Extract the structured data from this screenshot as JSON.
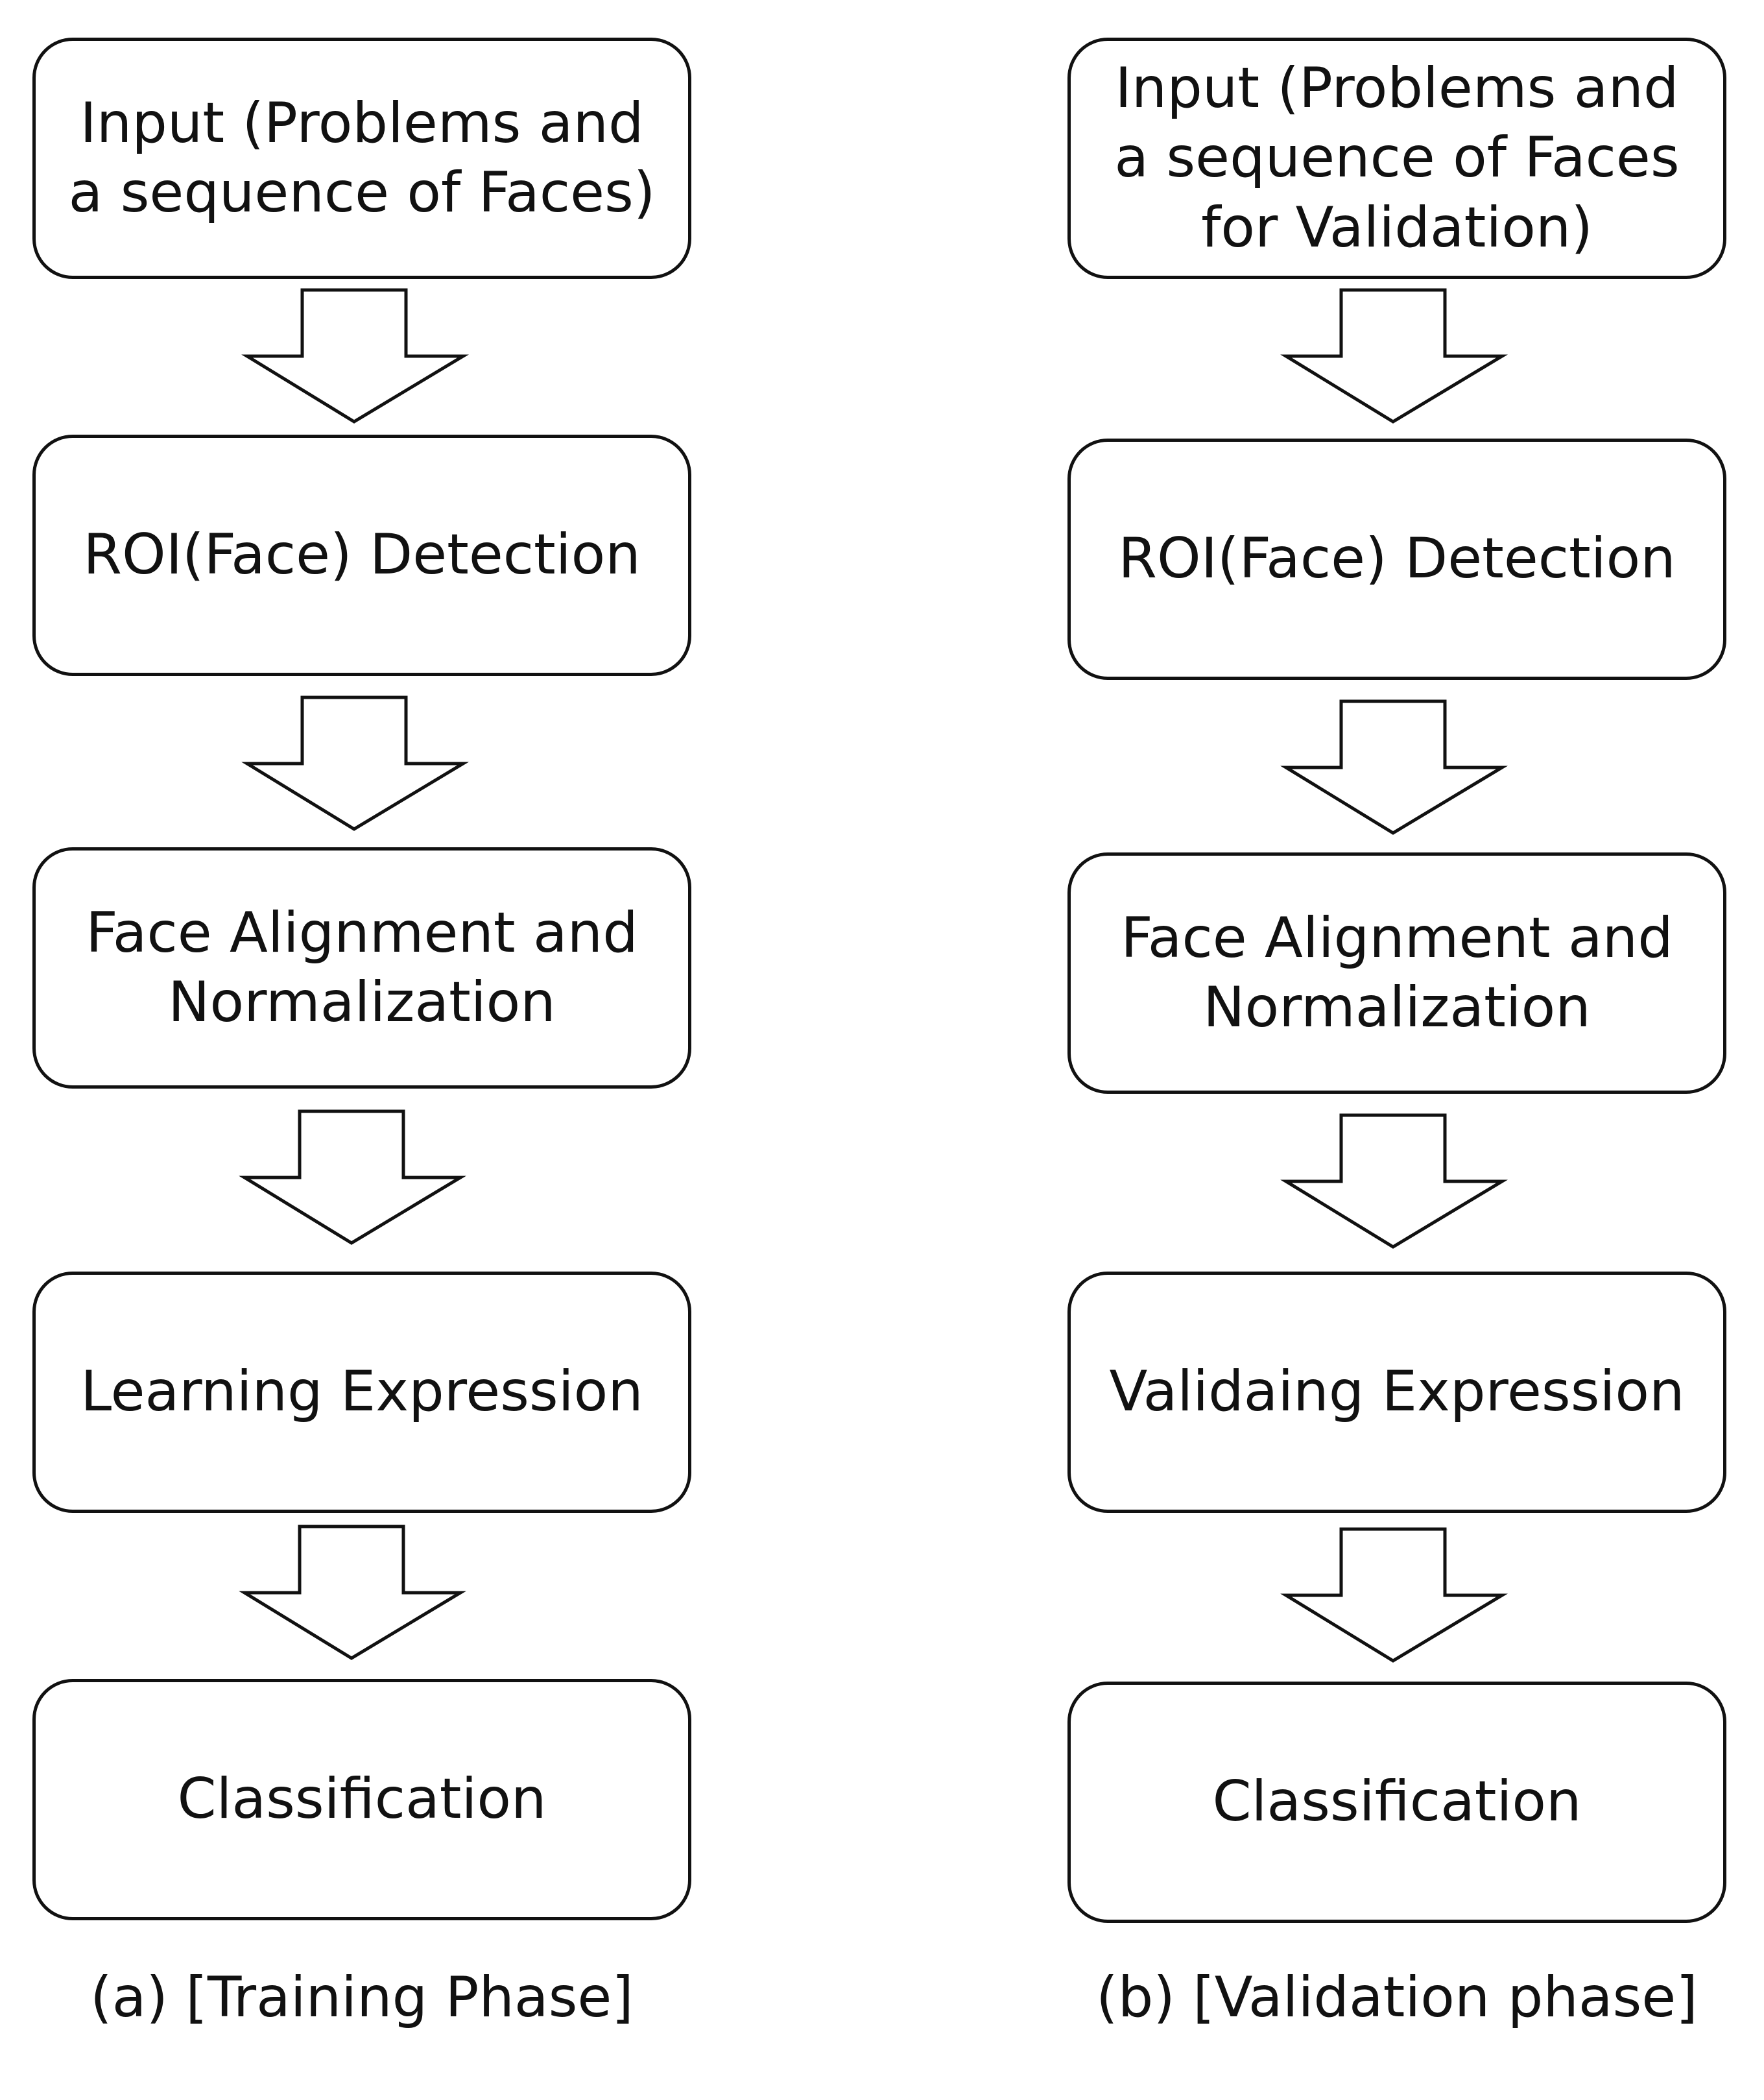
{
  "diagram": {
    "left_column": {
      "steps": [
        {
          "text": "Input (Problems and\na sequence of Faces)"
        },
        {
          "text": "ROI(Face) Detection"
        },
        {
          "text": "Face Alignment and\nNormalization"
        },
        {
          "text": "Learning Expression"
        },
        {
          "text": "Classification"
        }
      ],
      "caption": "(a) [Training Phase]"
    },
    "right_column": {
      "steps": [
        {
          "text": "Input (Problems and\na sequence of Faces\nfor Validation)"
        },
        {
          "text": "ROI(Face) Detection"
        },
        {
          "text": "Face Alignment and\nNormalization"
        },
        {
          "text": "Validaing Expression"
        },
        {
          "text": "Classification"
        }
      ],
      "caption": "(b) [Validation phase]"
    },
    "colors": {
      "stroke": "#111111",
      "fill": "#ffffff",
      "text": "#111111"
    }
  }
}
